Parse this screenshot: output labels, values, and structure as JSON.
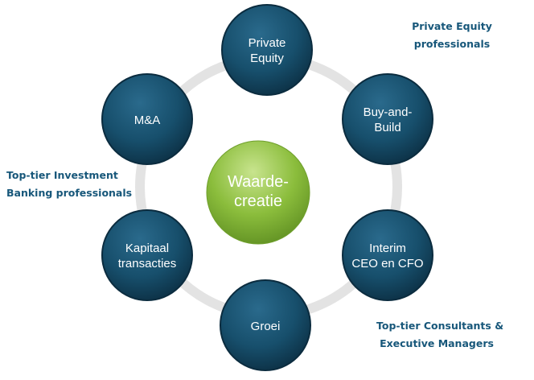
{
  "diagram": {
    "center": {
      "lines": [
        "Waarde-",
        "creatie"
      ]
    },
    "nodes": [
      {
        "id": "private-equity",
        "lines": [
          "Private",
          "Equity"
        ]
      },
      {
        "id": "buy-and-build",
        "lines": [
          "Buy-and-",
          "Build"
        ]
      },
      {
        "id": "interim",
        "lines": [
          "Interim",
          "CEO en CFO"
        ]
      },
      {
        "id": "groei",
        "lines": [
          "Groei"
        ]
      },
      {
        "id": "kapitaal",
        "lines": [
          "Kapitaal",
          "transacties"
        ]
      },
      {
        "id": "ma",
        "lines": [
          "M&A"
        ]
      }
    ],
    "colors": {
      "node": "#174f6c",
      "node_dark": "#0d3247",
      "center": "#8bbd3c",
      "center_light": "#c8e48e",
      "ring": "#e3e3e3",
      "label": "#17577a"
    }
  },
  "side_labels": {
    "private_equity": [
      "Private Equity",
      "professionals"
    ],
    "investment_banking": [
      "Top-tier Investment",
      "Banking professionals"
    ],
    "consultants": [
      "Top-tier Consultants &",
      "Executive Managers"
    ]
  }
}
